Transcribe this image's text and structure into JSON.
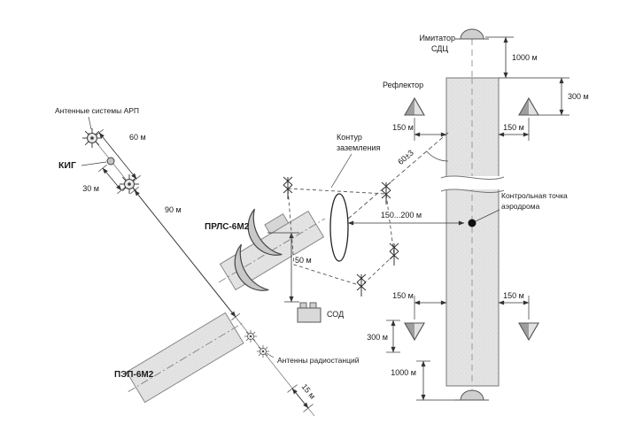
{
  "colors": {
    "runway_fill": "#e3e3e3",
    "building_fill": "#dcdcdc",
    "outline": "#555555",
    "dimension": "#333333"
  },
  "labels": {
    "arp_systems": "Антенные системы АРП",
    "kig": "КИГ",
    "dim_60m": "60 м",
    "dim_30m": "30 м",
    "dim_90m": "90 м",
    "prls": "ПРЛС-6М2",
    "dim_50m": "50 м",
    "sod": "СОД",
    "pep": "ПЭП-6М2",
    "radio_antennas": "Антенны радиостанций",
    "dim_15m": "15 м",
    "ground_line1": "Контур",
    "ground_line2": "заземления",
    "dim_150_200": "150...200 м",
    "imitator_line1": "Имитатор",
    "imitator_line2": "СДЦ",
    "reflector": "Рефлектор",
    "dim_1000_top": "1000 м",
    "dim_300_top": "300 м",
    "dim_150_top_left": "150 м",
    "dim_150_top_right": "150 м",
    "angle_60": "60±3",
    "control_point_line1": "Контрольная точка",
    "control_point_line2": "аэродрома",
    "dim_150_bottom_left": "150 м",
    "dim_150_bottom_right": "150 м",
    "dim_300_bottom": "300 м",
    "dim_1000_bottom": "1000 м"
  }
}
